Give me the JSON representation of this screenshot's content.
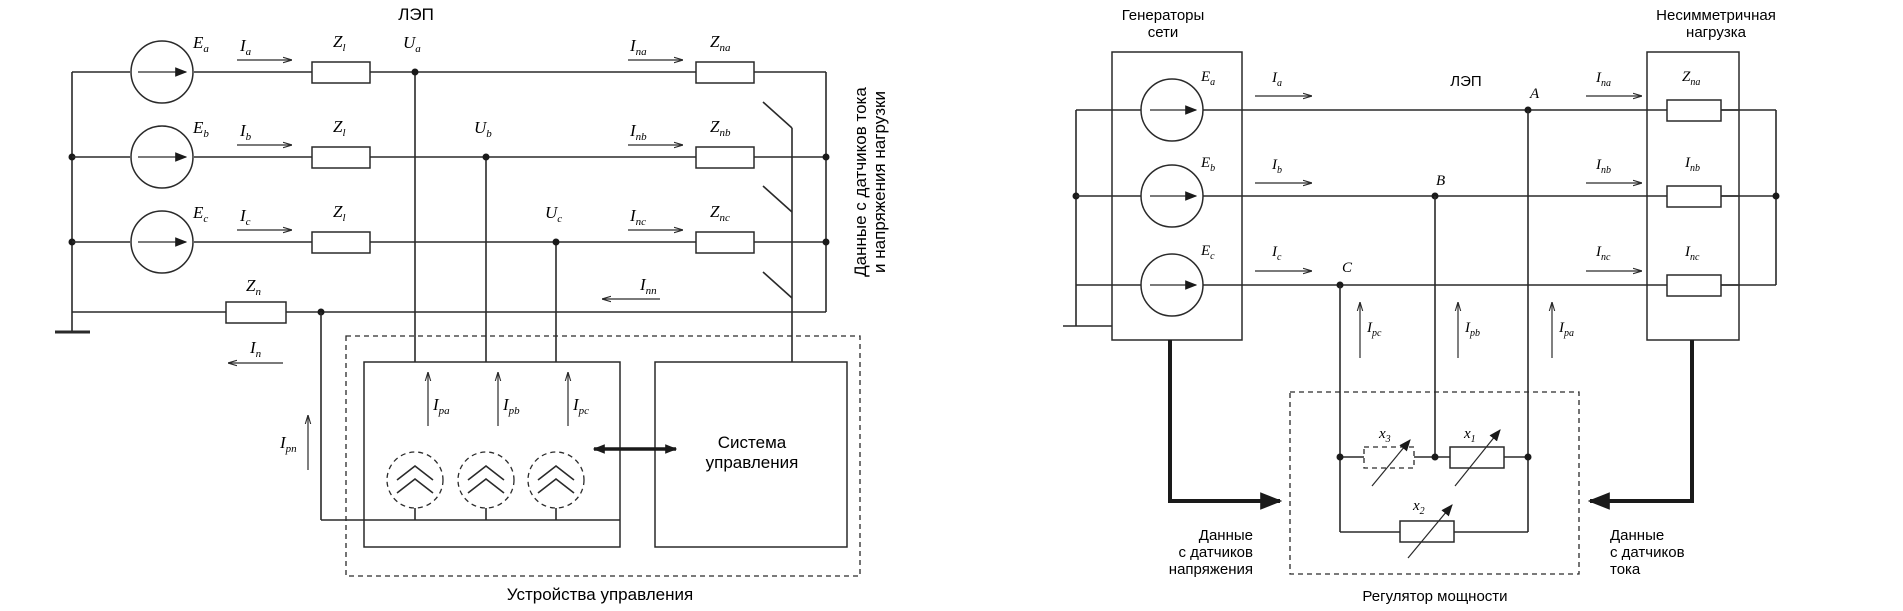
{
  "left": {
    "line_title": "ЛЭП",
    "sources": [
      "E_a",
      "E_b",
      "E_c"
    ],
    "currents": [
      "I_a",
      "I_b",
      "I_c"
    ],
    "line_impedance": "Z_l",
    "node_voltages": [
      "U_a",
      "U_b",
      "U_c"
    ],
    "load_currents": [
      "I_na",
      "I_nb",
      "I_nc"
    ],
    "load_impedances": [
      "Z_na",
      "Z_nb",
      "Z_nc"
    ],
    "neutral_impedance": "Z_n",
    "neutral_current": "I_n",
    "load_neutral_current": "I_nn",
    "compensator_neutral_current": "I_pn",
    "compensator_currents": [
      "I_pa",
      "I_pb",
      "I_pc"
    ],
    "sensor_label_line1": "Данные с датчиков тока",
    "sensor_label_line2": "и напряжения нагрузки",
    "control_system_line1": "Система",
    "control_system_line2": "управления",
    "devices_caption": "Устройства управления"
  },
  "right": {
    "generators_line1": "Генераторы",
    "generators_line2": "сети",
    "line_title": "ЛЭП",
    "load_line1": "Несимметричная",
    "load_line2": "нагрузка",
    "sources": [
      "E_a",
      "E_b",
      "E_c"
    ],
    "currents": [
      "I_a",
      "I_b",
      "I_c"
    ],
    "load_currents": [
      "I_na",
      "I_nb",
      "I_nc"
    ],
    "load_impedances": [
      "Z_na",
      "I_nb",
      "I_nc"
    ],
    "nodes": [
      "A",
      "B",
      "C"
    ],
    "regulator_currents": [
      "I_pc",
      "I_pb",
      "I_pa"
    ],
    "reactances": [
      "x_3",
      "x_1",
      "x_2"
    ],
    "voltage_data": [
      "Данные",
      "с датчиков",
      "напряжения"
    ],
    "current_data": [
      "Данные",
      "с датчиков",
      "тока"
    ],
    "regulator_caption": "Регулятор мощности"
  }
}
